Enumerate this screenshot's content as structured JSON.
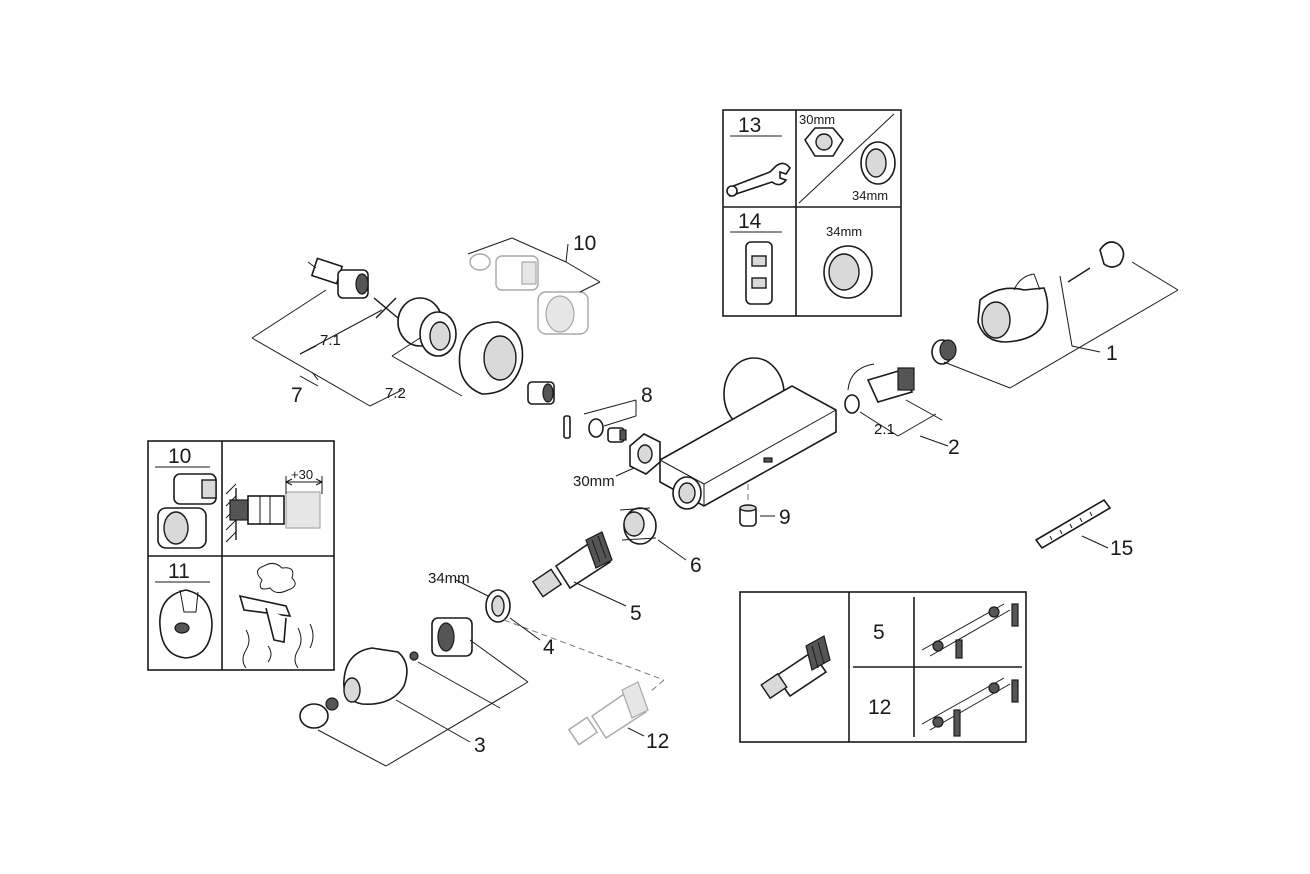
{
  "callouts": {
    "c1": "1",
    "c2": "2",
    "c2_1": "2.1",
    "c3": "3",
    "c4": "4",
    "c5": "5",
    "c6": "6",
    "c7": "7",
    "c7_1": "7.1",
    "c7_2": "7.2",
    "c8": "8",
    "c9": "9",
    "c10": "10",
    "c12": "12",
    "c15": "15"
  },
  "sizes": {
    "nut_30mm": "30mm",
    "ring_34mm": "34mm"
  },
  "box_tools": {
    "n13": "13",
    "n14": "14",
    "s13a": "30mm",
    "s13b": "34mm",
    "s14": "34mm"
  },
  "box_ext": {
    "n10": "10",
    "n11": "11",
    "ext": "+30"
  },
  "box_cart": {
    "n5": "5",
    "n12": "12"
  }
}
